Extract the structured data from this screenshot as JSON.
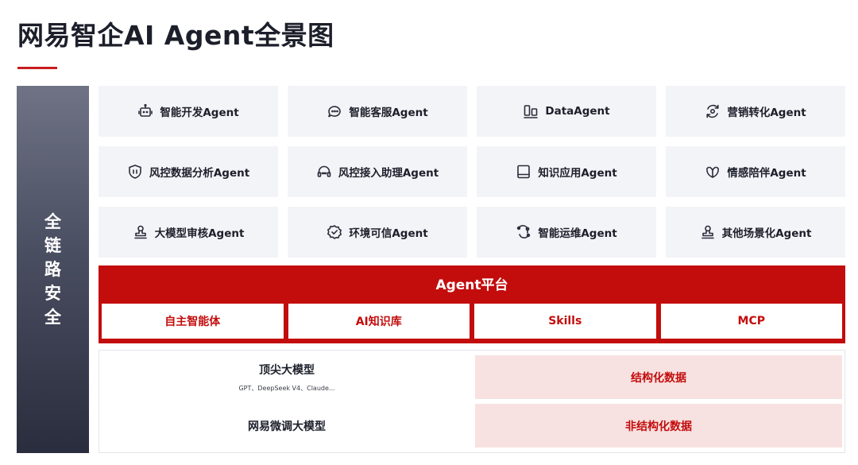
{
  "title": "网易智企AI Agent全景图",
  "side_label": "全链路安全",
  "agents": [
    {
      "label": "智能开发Agent",
      "icon": "robot-icon"
    },
    {
      "label": "智能客服Agent",
      "icon": "chat-bubble-icon"
    },
    {
      "label": "DataAgent",
      "icon": "data-blocks-icon"
    },
    {
      "label": "营销转化Agent",
      "icon": "refresh-target-icon"
    },
    {
      "label": "风控数据分析Agent",
      "icon": "shield-icon"
    },
    {
      "label": "风控接入助理Agent",
      "icon": "headset-icon"
    },
    {
      "label": "知识应用Agent",
      "icon": "book-icon"
    },
    {
      "label": "情感陪伴Agent",
      "icon": "heart-leaf-icon"
    },
    {
      "label": "大模型审核Agent",
      "icon": "stamp-icon"
    },
    {
      "label": "环境可信Agent",
      "icon": "verified-badge-icon"
    },
    {
      "label": "智能运维Agent",
      "icon": "maintenance-icon"
    },
    {
      "label": "其他场景化Agent",
      "icon": "stamp-icon"
    }
  ],
  "platform": {
    "title": "Agent平台",
    "items": [
      "自主智能体",
      "AI知识库",
      "Skills",
      "MCP"
    ]
  },
  "foundation": {
    "top_model": "顶尖大模型",
    "top_model_sub": "GPT、DeepSeek V4、Claude...",
    "structured": "结构化数据",
    "tuned_model": "网易微调大模型",
    "unstructured": "非结构化数据"
  },
  "colors": {
    "accent": "#c30d0d",
    "side_top": "#6f7385",
    "side_bottom": "#2a2d3d",
    "card_bg": "#f3f4f7",
    "data_bg": "#f8e2e1"
  }
}
